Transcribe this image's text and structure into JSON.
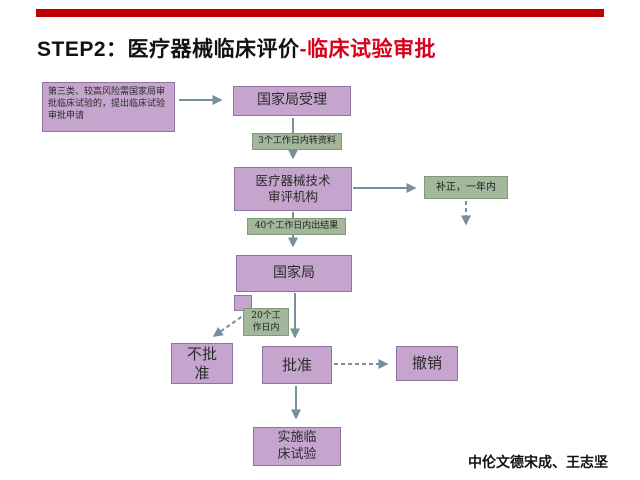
{
  "title": {
    "prefix": "STEP2：医疗器械临床评价",
    "highlight": "-临床试验审批"
  },
  "colors": {
    "top_bar_red": "#c00000",
    "title_highlight_red": "#d9001b",
    "node_purple": "#c5a5ce",
    "node_purple_border": "#8f74a0",
    "label_green": "#a2b79b",
    "label_green_border": "#7e9a77",
    "arrow": "#76909e"
  },
  "flow": {
    "note": "第三类、较高风险需国家局审批临床试验的，提出临床试验审批申请",
    "accept": "国家局受理",
    "transfer_label": "3个工作日内转资料",
    "review_org": "医疗器械技术审评机构",
    "correction": "补正，一年内",
    "result_label": "40个工作日内出结果",
    "bureau": "国家局",
    "days20_label": "20个工作日内",
    "reject": "不批准",
    "approve": "批准",
    "revoke": "撤销",
    "implement": "实施临床试验"
  },
  "footer": "中伦文德宋成、王志坚"
}
